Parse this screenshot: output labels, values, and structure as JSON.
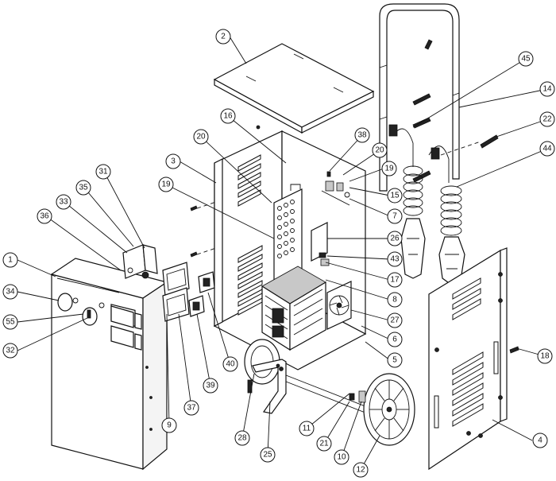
{
  "callouts": [
    {
      "id": "c1",
      "label": "1"
    },
    {
      "id": "c2",
      "label": "2"
    },
    {
      "id": "c3",
      "label": "3"
    },
    {
      "id": "c4",
      "label": "4"
    },
    {
      "id": "c5",
      "label": "5"
    },
    {
      "id": "c6",
      "label": "6"
    },
    {
      "id": "c7",
      "label": "7"
    },
    {
      "id": "c8",
      "label": "8"
    },
    {
      "id": "c9",
      "label": "9"
    },
    {
      "id": "c10",
      "label": "10"
    },
    {
      "id": "c11",
      "label": "11"
    },
    {
      "id": "c12",
      "label": "12"
    },
    {
      "id": "c14",
      "label": "14"
    },
    {
      "id": "c15",
      "label": "15"
    },
    {
      "id": "c16",
      "label": "16"
    },
    {
      "id": "c17",
      "label": "17"
    },
    {
      "id": "c18",
      "label": "18"
    },
    {
      "id": "c19a",
      "label": "19"
    },
    {
      "id": "c19b",
      "label": "19"
    },
    {
      "id": "c20a",
      "label": "20"
    },
    {
      "id": "c20b",
      "label": "20"
    },
    {
      "id": "c21",
      "label": "21"
    },
    {
      "id": "c22",
      "label": "22"
    },
    {
      "id": "c25",
      "label": "25"
    },
    {
      "id": "c26",
      "label": "26"
    },
    {
      "id": "c27",
      "label": "27"
    },
    {
      "id": "c28",
      "label": "28"
    },
    {
      "id": "c31",
      "label": "31"
    },
    {
      "id": "c32",
      "label": "32"
    },
    {
      "id": "c33",
      "label": "33"
    },
    {
      "id": "c34",
      "label": "34"
    },
    {
      "id": "c35",
      "label": "35"
    },
    {
      "id": "c36",
      "label": "36"
    },
    {
      "id": "c37",
      "label": "37"
    },
    {
      "id": "c38",
      "label": "38"
    },
    {
      "id": "c39",
      "label": "39"
    },
    {
      "id": "c40",
      "label": "40"
    },
    {
      "id": "c43",
      "label": "43"
    },
    {
      "id": "c44",
      "label": "44"
    },
    {
      "id": "c45",
      "label": "45"
    },
    {
      "id": "c55",
      "label": "55"
    }
  ]
}
